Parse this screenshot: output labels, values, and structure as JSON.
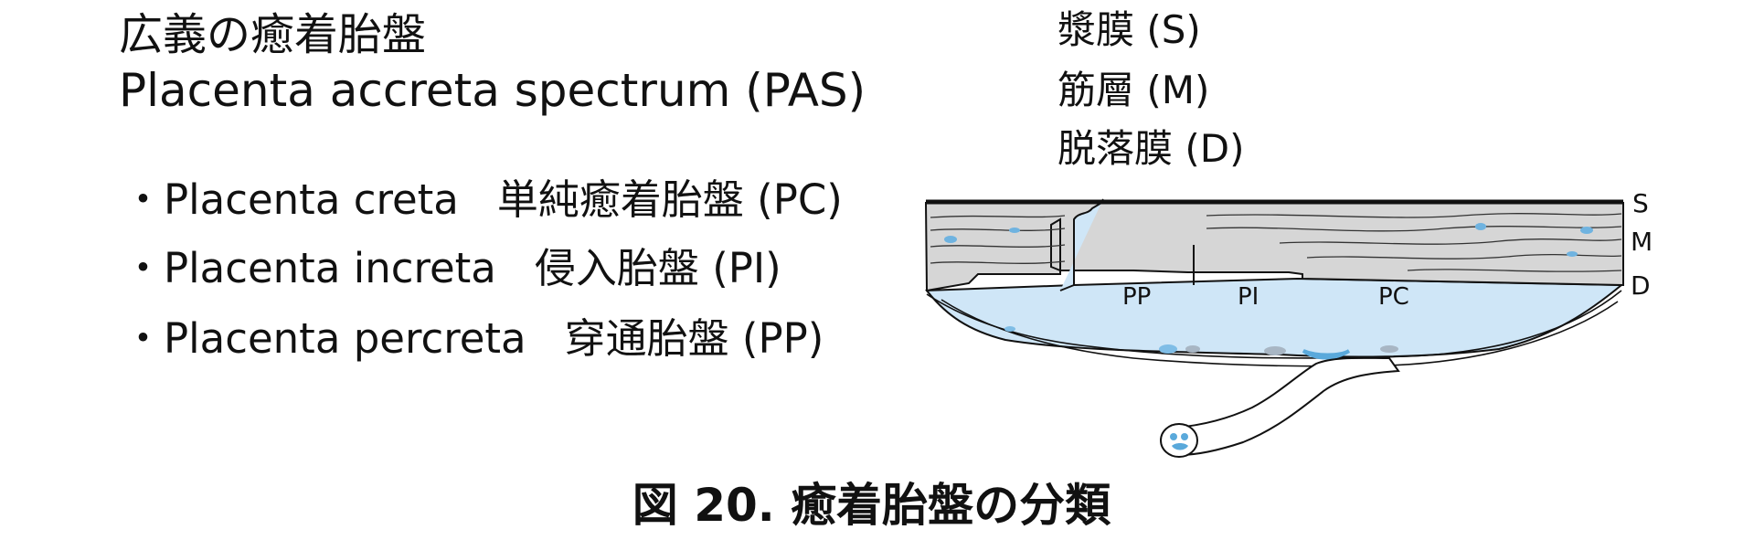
{
  "title_ja": "広義の癒着胎盤",
  "title_en": "Placenta accreta spectrum (PAS)",
  "types": [
    {
      "bullet": "・",
      "en": "Placenta creta",
      "ja": "単純癒着胎盤 (PC)"
    },
    {
      "bullet": "・",
      "en": "Placenta increta",
      "ja": "侵入胎盤 (PI)"
    },
    {
      "bullet": "・",
      "en": "Placenta percreta",
      "ja": "穿通胎盤 (PP)"
    }
  ],
  "layer_legend": {
    "serosa": "漿膜 (S)",
    "muscle": "筋層 (M)",
    "decidua": "脱落膜 (D)"
  },
  "diagram_labels": {
    "pp": "PP",
    "pi": "PI",
    "pc": "PC",
    "s": "S",
    "m": "M",
    "d": "D"
  },
  "caption": "図 20.  癒着胎盤の分類",
  "colors": {
    "muscle_layer": "#d6d6d6",
    "placenta": "#cfe6f7",
    "vessel_blue": "#5aa9db",
    "outline": "#111111"
  }
}
